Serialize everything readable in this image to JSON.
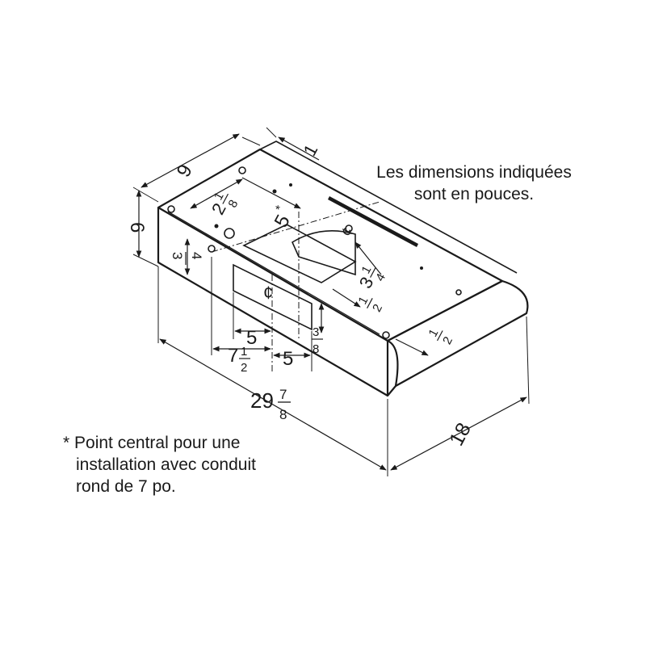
{
  "notes": {
    "units_line1": "Les dimensions indiquées",
    "units_line2": "sont en pouces.",
    "center_line1": "* Point central pour une",
    "center_line2": "installation avec conduit",
    "center_line3": "rond de 7 po."
  },
  "dimensions": {
    "width_whole": "29",
    "width_num": "7",
    "width_den": "8",
    "depth": "18",
    "height": "6",
    "side_depth": "9",
    "back_offset": "1",
    "top_offset_whole": "2",
    "top_offset_num": "1",
    "top_offset_den": "8",
    "center_offset": "5",
    "center_offset_mark": "*",
    "hole_num": "3",
    "hole_den": "4",
    "duct_whole": "3",
    "duct_num": "1",
    "duct_den": "4",
    "duct_gap_num": "1",
    "duct_gap_den": "2",
    "front_num": "1",
    "front_den": "2",
    "rect_num": "3",
    "rect_den": "8",
    "left_half": "5",
    "right_half": "5",
    "offset_whole": "7",
    "offset_num": "1",
    "offset_den": "2",
    "centerline": "¢"
  }
}
